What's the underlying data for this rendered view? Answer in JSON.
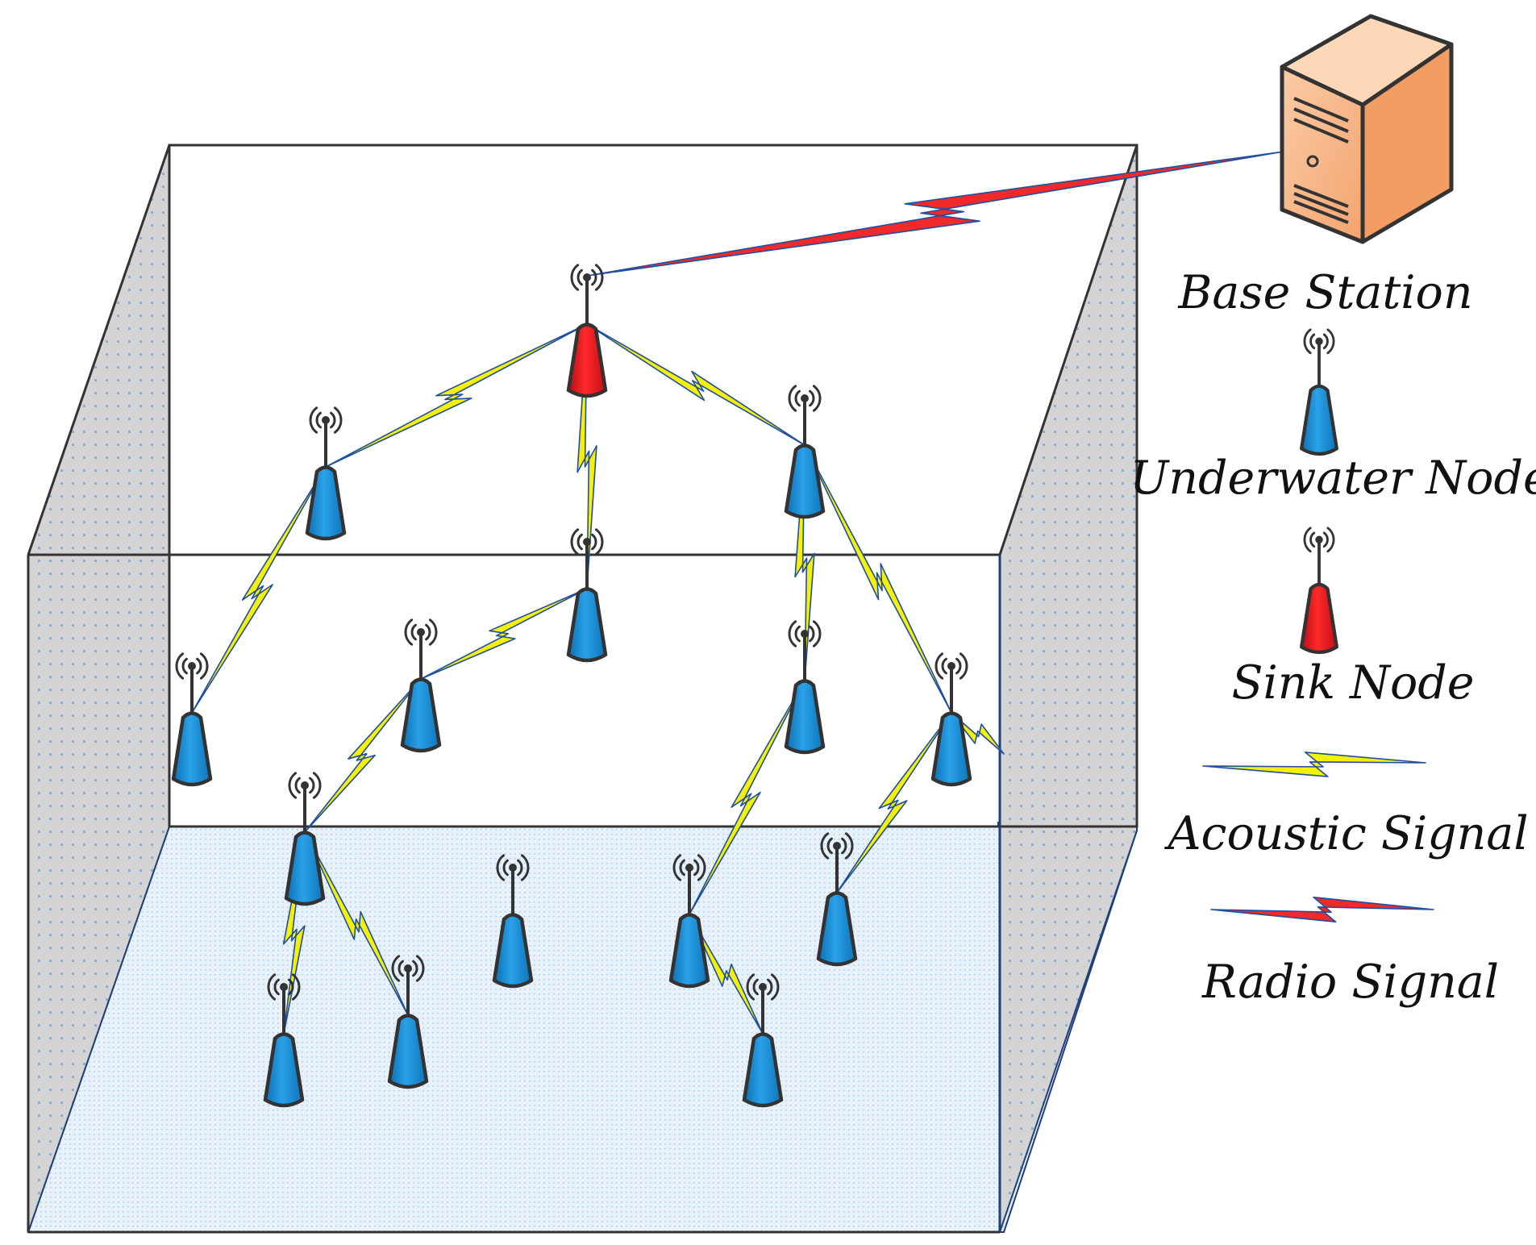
{
  "legend": {
    "base_station": "Base Station",
    "underwater_node": "Underwater Node",
    "sink_node": "Sink Node",
    "acoustic_signal": "Acoustic Signal",
    "radio_signal": "Radio Signal"
  },
  "colors": {
    "underwater_node": "#1a8fd6",
    "sink_node": "#e0151f",
    "acoustic_signal": "#f5f00a",
    "radio_signal": "#f02a2a",
    "signal_outline": "#1f4f9e",
    "base_station": "#f7b98c",
    "side_wall": "#d4d4d4",
    "seabed": "#e6f0f8",
    "wall_dots": "#7fb2e0"
  },
  "icons": [
    "base-station-server-icon",
    "underwater-node-icon",
    "sink-node-icon",
    "acoustic-signal-icon",
    "radio-signal-icon"
  ]
}
